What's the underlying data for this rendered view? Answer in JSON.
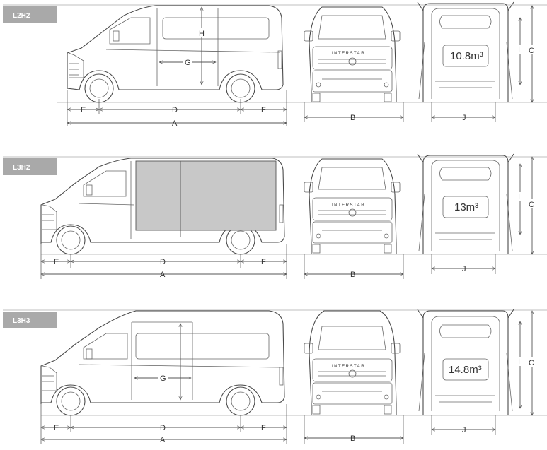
{
  "rows": [
    {
      "tag": "L2H2",
      "volume": "10.8m³",
      "labels": {
        "A": "A",
        "B": "B",
        "C": "C",
        "D": "D",
        "E": "E",
        "F": "F",
        "G": "G",
        "H": "H",
        "I": "I",
        "J": "J"
      }
    },
    {
      "tag": "L3H2",
      "volume": "13m³",
      "labels": {
        "A": "A",
        "B": "B",
        "C": "C",
        "D": "D",
        "E": "E",
        "F": "F",
        "I": "I",
        "J": "J"
      }
    },
    {
      "tag": "L3H3",
      "volume": "14.8m³",
      "labels": {
        "A": "A",
        "B": "B",
        "C": "C",
        "D": "D",
        "E": "E",
        "F": "F",
        "G": "G",
        "I": "I",
        "J": "J"
      }
    }
  ],
  "brand_text": "INTERSTAR",
  "colors": {
    "tag_bg": "#a9a9a9",
    "highlight_fill": "#c8c8c8",
    "line": "#4a4a4a"
  }
}
